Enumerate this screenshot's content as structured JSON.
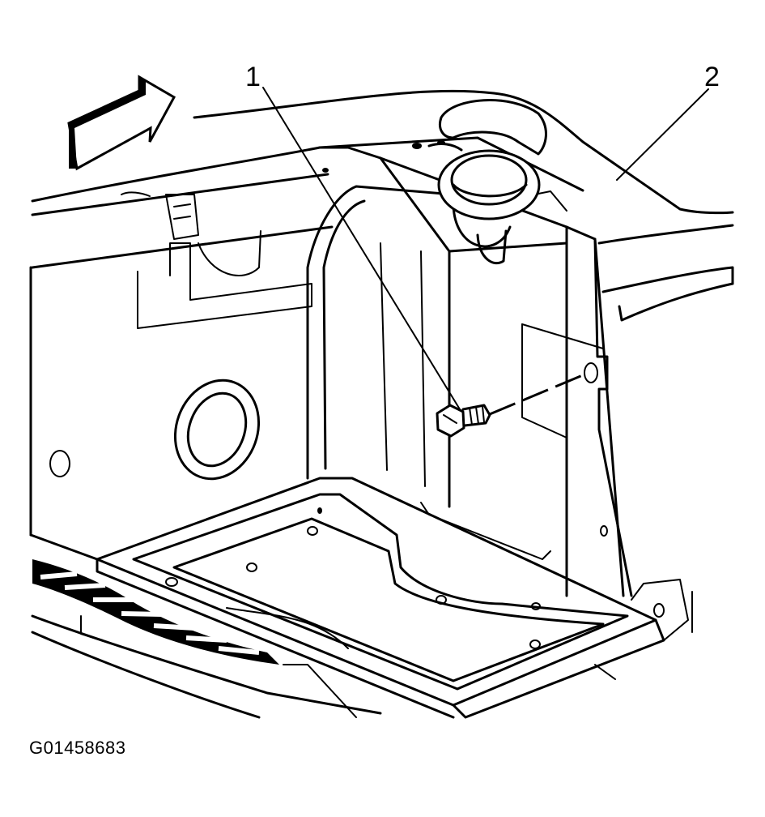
{
  "callouts": {
    "item_1": "1",
    "item_2": "2"
  },
  "figure_code": "G01458683",
  "colors": {
    "line": "#000000",
    "background": "#ffffff"
  }
}
